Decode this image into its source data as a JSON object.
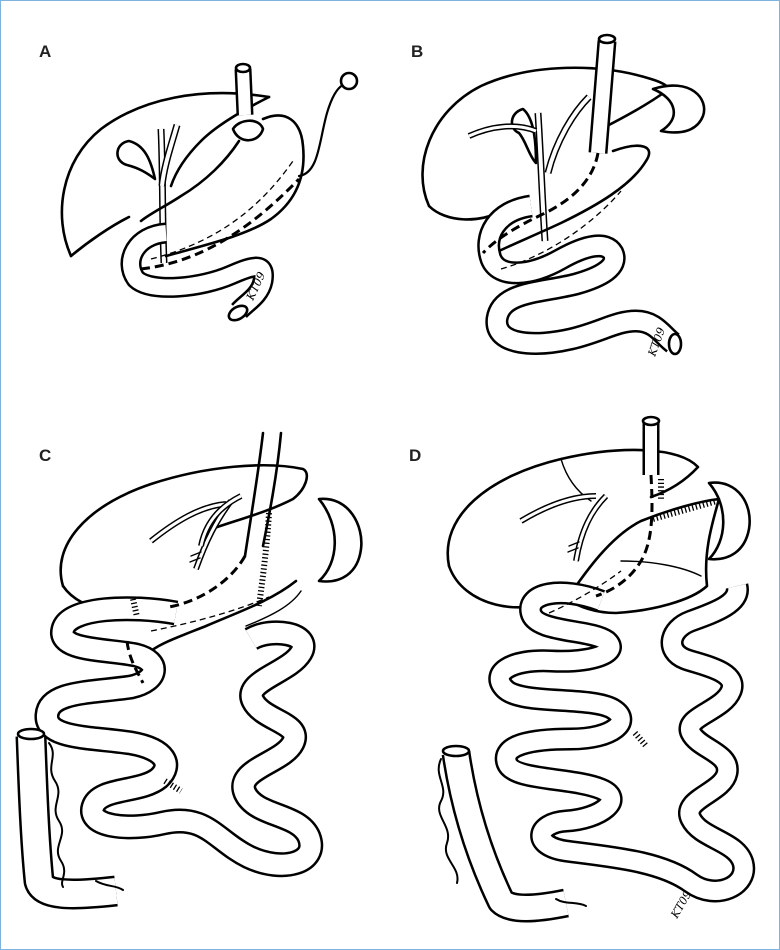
{
  "figure": {
    "panel_a": {
      "label": "A",
      "signature": "KT09"
    },
    "panel_b": {
      "label": "B",
      "signature": "KT09"
    },
    "panel_c": {
      "label": "C"
    },
    "panel_d": {
      "label": "D",
      "signature": "KT09"
    }
  },
  "colors": {
    "ink": "#000000",
    "frame_border": "#7db3dc",
    "background": "#ffffff"
  }
}
